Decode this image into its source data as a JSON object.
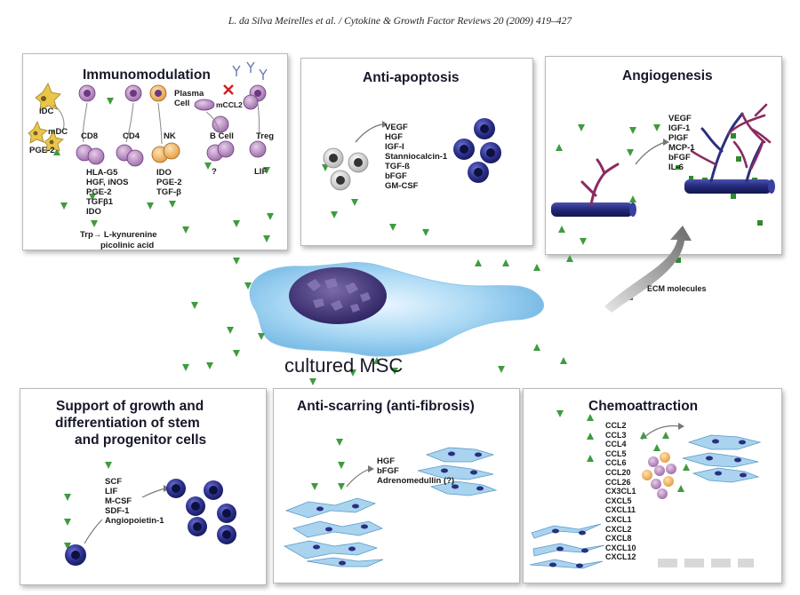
{
  "citation": "L. da Silva Meirelles et al. / Cytokine & Growth Factor Reviews 20 (2009) 419–427",
  "center": {
    "label": "cultured MSC",
    "ecm_label": "ECM molecules"
  },
  "immunomodulation": {
    "title": "Immunomodulation",
    "idc": "iDC",
    "mdc": "mDC",
    "pge2": "PGE-2",
    "cd8": "CD8",
    "cd4": "CD4",
    "nk": "NK",
    "plasma_cell": [
      "Plasma",
      "Cell"
    ],
    "mccl2": "mCCL2",
    "b_cell": "B Cell",
    "treg": "Treg",
    "question": "?",
    "lif": "LIF",
    "factors_left": [
      "HLA-G5",
      "HGF, iNOS",
      "PGE-2",
      "TGFβ1",
      "IDO"
    ],
    "factors_mid": [
      "IDO",
      "PGE-2",
      "TGF-β"
    ],
    "pathway": [
      "Trp→ L-kynurenine",
      "picolinic acid"
    ]
  },
  "anti_apoptosis": {
    "title": "Anti-apoptosis",
    "factors": [
      "VEGF",
      "HGF",
      "IGF-I",
      "Stanniocalcin-1",
      "TGF-ß",
      "bFGF",
      "GM-CSF"
    ]
  },
  "angiogenesis": {
    "title": "Angiogenesis",
    "factors": [
      "VEGF",
      "IGF-1",
      "PlGF",
      "MCP-1",
      "bFGF",
      "IL-6"
    ]
  },
  "support_growth": {
    "title": [
      "Support of growth and",
      "differentiation of stem",
      "and progenitor cells"
    ],
    "factors": [
      "SCF",
      "LIF",
      "M-CSF",
      "SDF-1",
      "Angiopoietin-1"
    ]
  },
  "anti_scarring": {
    "title": "Anti-scarring (anti-fibrosis)",
    "factors": [
      "HGF",
      "bFGF",
      "Adrenomedullin (?)"
    ]
  },
  "chemoattraction": {
    "title": "Chemoattraction",
    "factors": [
      "CCL2",
      "CCL3",
      "CCL4",
      "CCL5",
      "CCL6",
      "CCL20",
      "CCL26",
      "CX3CL1",
      "CXCL5",
      "CXCL11",
      "CXCL1",
      "CXCL2",
      "CXCL8",
      "CXCL10",
      "CXCL12"
    ]
  },
  "colors": {
    "dark_cell": "#2a2f8a",
    "vessel": "#2a2f80",
    "vessel_branch": "#8a2a60",
    "triangle": "#3f9b3f",
    "ecm_square": "#2f8a2f",
    "msc_body": "#7fc0e8",
    "msc_nucleus": "#4a3a7a"
  }
}
